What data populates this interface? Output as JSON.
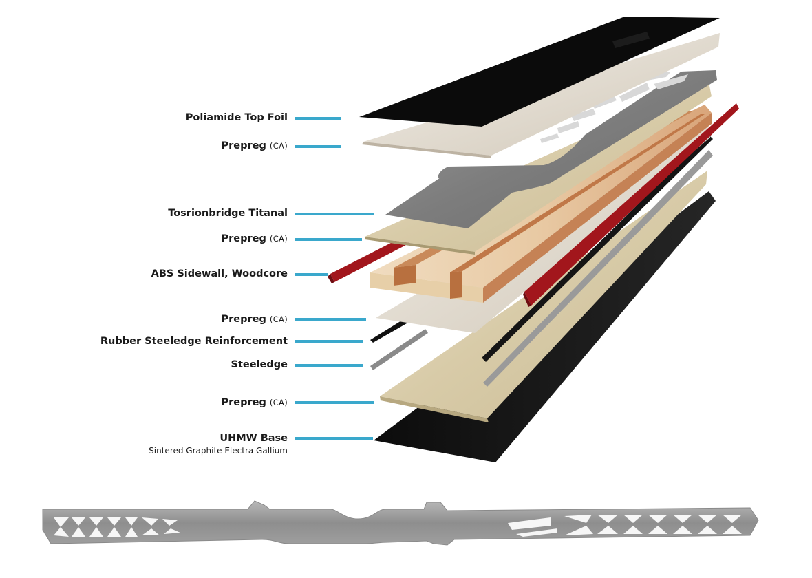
{
  "colors": {
    "leader": "#3aa8cc",
    "text": "#1a1a1a"
  },
  "layers": [
    {
      "name": "Poliamide Top Foil",
      "suffix": ""
    },
    {
      "name": "Prepreg",
      "suffix": "(CA)"
    },
    {
      "name": "Tosrionbridge Titanal",
      "suffix": ""
    },
    {
      "name": "Prepreg",
      "suffix": "(CA)"
    },
    {
      "name": "ABS Sidewall, Woodcore",
      "suffix": ""
    },
    {
      "name": "Prepreg",
      "suffix": "(CA)"
    },
    {
      "name": "Rubber Steeledge Reinforcement",
      "suffix": ""
    },
    {
      "name": "Steeledge",
      "suffix": ""
    },
    {
      "name": "Prepreg",
      "suffix": "(CA)"
    },
    {
      "name": "UHMW Base",
      "suffix": "",
      "subtitle": "Sintered Graphite Electra Gallium"
    }
  ]
}
